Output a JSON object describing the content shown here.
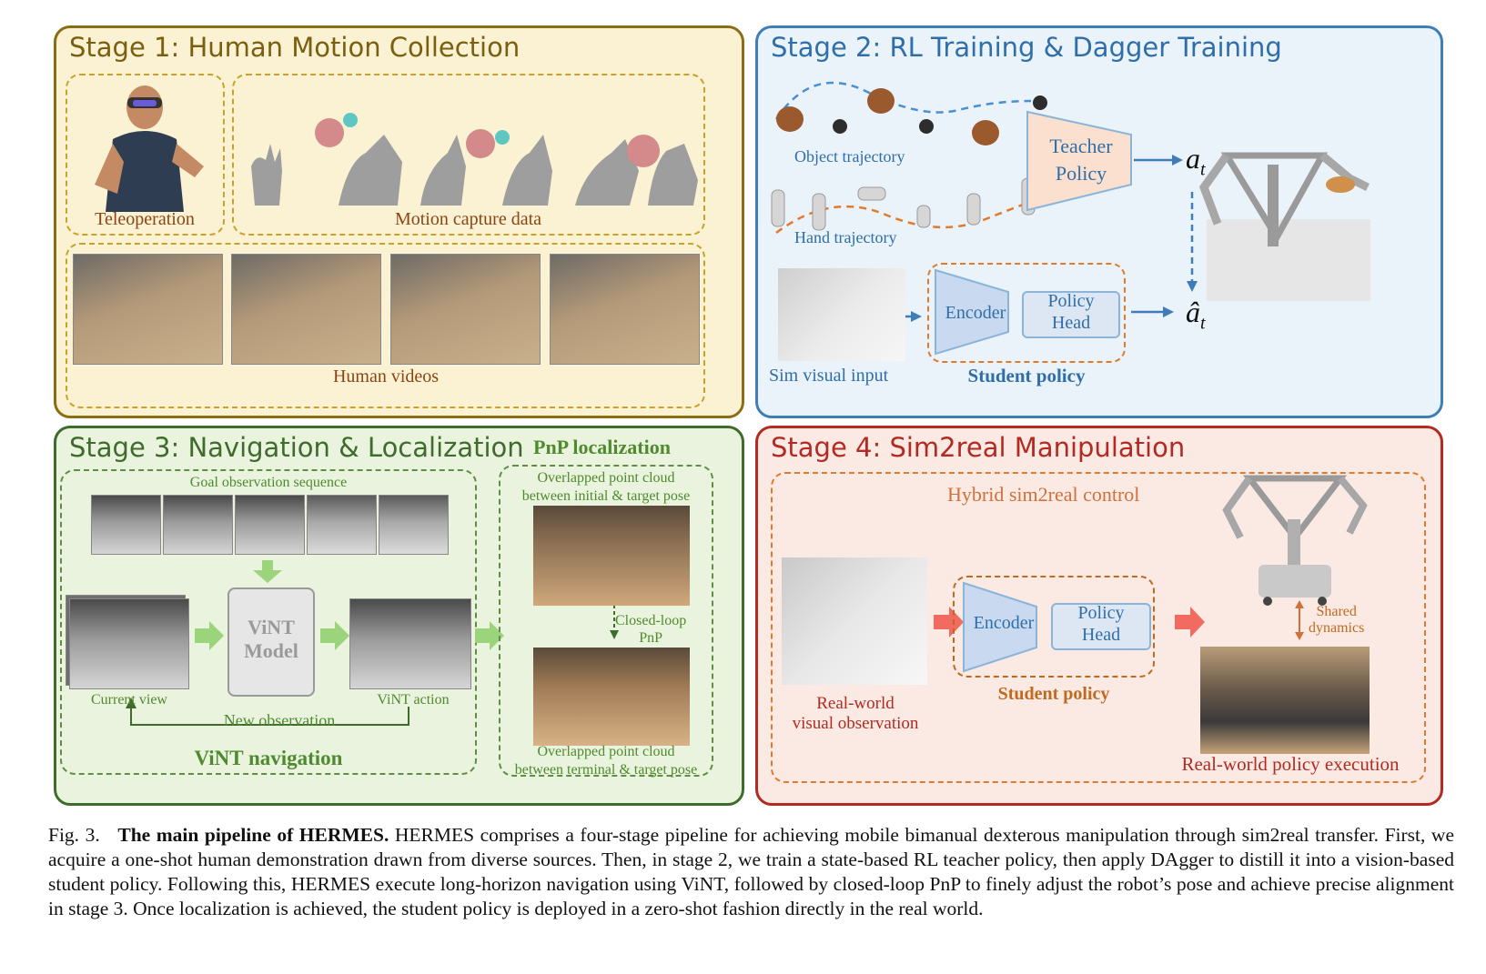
{
  "stage1": {
    "title": "Stage 1: Human Motion Collection",
    "teleoperation": "Teleoperation",
    "motion_capture": "Motion capture data",
    "human_videos": "Human videos"
  },
  "stage2": {
    "title": "Stage 2: RL Training &  Dagger Training",
    "object_trajectory": "Object trajectory",
    "hand_trajectory": "Hand trajectory",
    "teacher_line1": "Teacher",
    "teacher_line2": "Policy",
    "a_t": "a",
    "a_t_sub": "t",
    "a_hat": "â",
    "a_hat_sub": "t",
    "sim_visual_input": "Sim visual input",
    "encoder": "Encoder",
    "policy_head_line1": "Policy",
    "policy_head_line2": "Head",
    "student_policy": "Student policy"
  },
  "stage3": {
    "title": "Stage 3: Navigation & Localization",
    "pnp_localization": "PnP localization",
    "goal_sequence": "Goal observation sequence",
    "vint_model_line1": "ViNT",
    "vint_model_line2": "Model",
    "current_view": "Current view",
    "vint_action": "ViNT action",
    "new_observation": "New observation",
    "vint_navigation": "ViNT navigation",
    "pc_top_line1": "Overlapped point cloud",
    "pc_top_line2": "between initial & target pose",
    "closed_loop_line1": "Closed-loop",
    "closed_loop_line2": "PnP",
    "pc_bottom_line1": "Overlapped point cloud",
    "pc_bottom_line2": "between terminal & target pose"
  },
  "stage4": {
    "title": "Stage 4: Sim2real Manipulation",
    "hybrid_control": "Hybrid sim2real control",
    "shared_line1": "Shared",
    "shared_line2": "dynamics",
    "real_obs_line1": "Real-world",
    "real_obs_line2": "visual observation",
    "encoder": "Encoder",
    "policy_head_line1": "Policy",
    "policy_head_line2": "Head",
    "student_policy": "Student policy",
    "real_execution": "Real-world policy execution"
  },
  "caption": {
    "fig_label": "Fig. 3.",
    "bold_title": "The main pipeline of HERMES.",
    "body": "HERMES comprises a four-stage pipeline for achieving mobile bimanual dexterous manipulation through sim2real transfer. First, we acquire a one-shot human demonstration drawn from diverse sources. Then, in stage 2, we train a state-based RL teacher policy, then apply DAgger to distill it into a vision-based student policy. Following this, HERMES execute long-horizon navigation using ViNT, followed by closed-loop PnP to finely adjust the robot’s pose and achieve precise alignment in stage 3. Once localization is achieved, the student policy is deployed in a zero-shot fashion directly in the real world."
  },
  "colors": {
    "stage1_accent": "#7a5f10",
    "stage1_text": "#8b4513",
    "stage2_accent": "#2f6ea8",
    "stage3_accent": "#3f6b2d",
    "stage4_accent": "#b22a22",
    "orange_dash": "#e07b2e"
  }
}
